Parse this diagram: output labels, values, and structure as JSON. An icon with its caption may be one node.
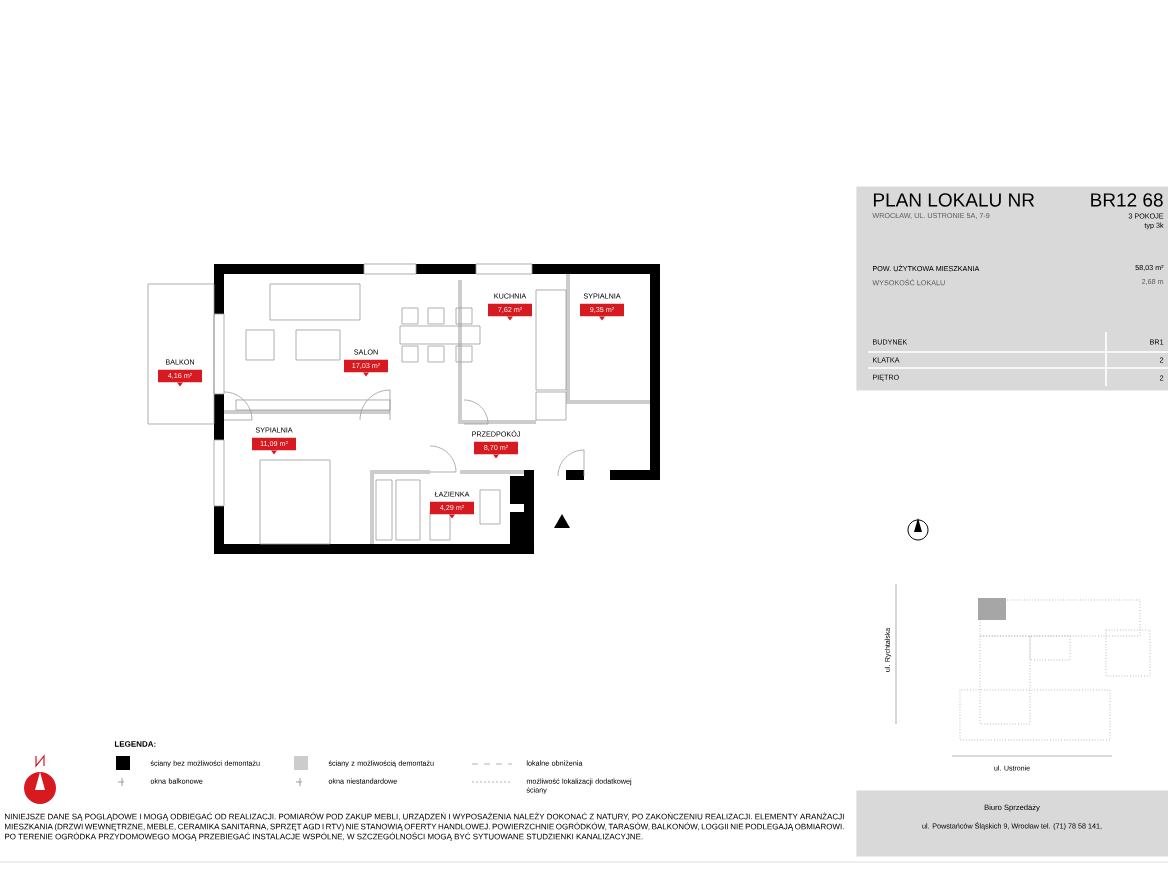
{
  "diagram": {
    "nodes": [
      {
        "text": [
          "PLAN LOKALU NR",
          "WROCŁAW, UL. USTRONIE 5A, 7-9",
          "BR12 68",
          "3 POKOJE",
          "typ 3k",
          "POW. UŻYTKOWA MIESZKANIA",
          "58,03 m²",
          "WYSOKOŚĆ LOKALU",
          "2,68 m",
          "BUDYNEK",
          "BR1",
          "KLATKA",
          "2",
          "PIĘTRO",
          "2"
        ]
      },
      {
        "text": [
          "BALKON",
          "4,16 m²"
        ]
      },
      {
        "text": [
          "KUCHNIA",
          "7,62 m²"
        ]
      },
      {
        "text": [
          "SYPIALNIA",
          "9,35 m²"
        ]
      },
      {
        "text": [
          "SALON",
          "17,03 m²"
        ]
      },
      {
        "text": [
          "SYPIALNIA",
          "11,09 m²"
        ]
      },
      {
        "text": [
          "PRZEDPOKÓJ",
          "8,70 m²"
        ]
      },
      {
        "text": [
          "ŁAZIENKA",
          "4,29 m²"
        ]
      },
      {
        "text": [
          "Biuro Sprzedaży",
          "ul. Powstańców Śląskich 9, Wrocław tel. (71) 78 58 141,"
        ]
      }
    ],
    "labels": [
      "ul. Rychtalska",
      "ul. Ustronie",
      "LEGENDA:",
      "NINIEJSZE DANE SĄ POGLĄDOWE I MOGĄ ODBIEGAĆ OD REALIZACJI. POMIARÓW POD ZAKUP MEBLI, URZĄDZEŃ I WYPOSAŻENIA NALEŻY DOKONAĆ Z NATURY, PO ZAKOŃCZENIU REALIZACJI. ELEMENTY ARANŻACJI MIESZKANIA (DRZWI WEWNĘTRZNE, MEBLE, CERAMIKA SANITARNA, SPRZĘT AGD I RTV) NIE STANOWIĄ OFERTY HANDLOWEJ. POWIERZCHNIE OGRÓDKÓW, TARASÓW, BALKONÓW, LOGGII NIE PODLEGAJĄ OBMIAROWI. PO TERENIE OGRÓDKA PRZYDOMOWEGO MOGĄ PRZEBIEGAĆ INSTALACJE WSPÓLNE, W SZCZEGÓLNOŚCI MOGĄ BYĆ SYTUOWANE STUDZIENKI KANALIZACYJNE."
    ],
    "legend": [
      {
        "text": "ściany bez możliwości demontażu",
        "color": "#000000"
      },
      {
        "text": "ściany z możliwością demontażu",
        "color": "#cccccc"
      },
      {
        "text": "lokalne obniżenia"
      },
      {
        "text": "okna balkonowe"
      },
      {
        "text": "okna niestandardowe"
      },
      {
        "text": "możliwość lokalizacji dodatkowej ściany"
      }
    ]
  }
}
